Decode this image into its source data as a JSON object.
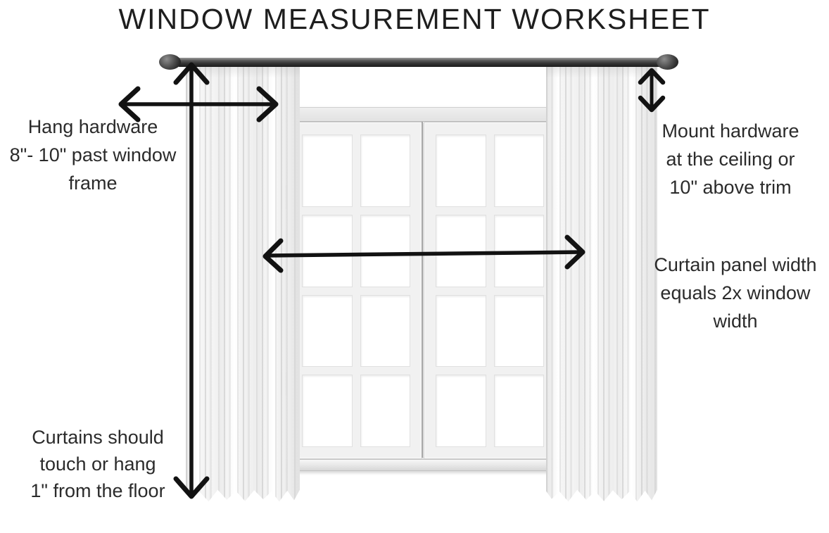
{
  "title": "WINDOW MEASUREMENT WORKSHEET",
  "labels": {
    "hang_hardware": {
      "lines": [
        "Hang hardware",
        "8\"- 10\" past window",
        "frame"
      ]
    },
    "mount_hardware": {
      "lines": [
        "Mount hardware",
        "at the ceiling or",
        "10\" above trim"
      ]
    },
    "panel_width": {
      "lines": [
        "Curtain panel width",
        "equals 2x window",
        "width"
      ]
    },
    "curtain_length": {
      "lines": [
        "Curtains should",
        "touch or hang",
        "1\" from the floor"
      ]
    }
  },
  "diagram": {
    "colors": {
      "arrow": "#121212",
      "rod": "#3b3b3b",
      "text": "#2b2b2b",
      "window_frame": "#efefef",
      "curtain": "#ffffff"
    },
    "arrows": [
      {
        "name": "rod-to-floor-arrow",
        "orientation": "vertical"
      },
      {
        "name": "hardware-offset-arrow",
        "orientation": "horizontal"
      },
      {
        "name": "panel-width-arrow",
        "orientation": "horizontal"
      },
      {
        "name": "mount-height-arrow",
        "orientation": "vertical"
      }
    ],
    "window": {
      "sash_count": 2,
      "panes_per_sash": 8
    }
  }
}
